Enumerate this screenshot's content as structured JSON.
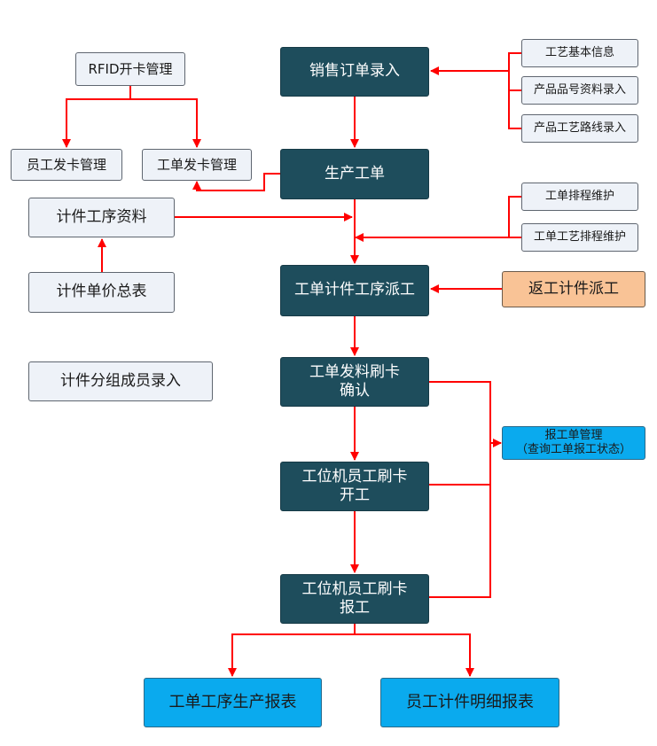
{
  "colors": {
    "flow_box": "#1e4d5c",
    "aux_box": "#eef2f8",
    "rework_box": "#f9c396",
    "report_box": "#0aaaee",
    "arrow": "#ff0000"
  },
  "nodes": {
    "sales_order": "销售订单录入",
    "production_order": "生产工单",
    "dispatch": "工单计件工序派工",
    "material_confirm": "工单发料刷卡\n确认",
    "station_start": "工位机员工刷卡\n开工",
    "station_report": "工位机员工刷卡\n报工",
    "process_report": "工单工序生产报表",
    "employee_report": "员工计件明细报表",
    "rfid": "RFID开卡管理",
    "employee_card": "员工发卡管理",
    "order_card": "工单发卡管理",
    "piece_process": "计件工序资料",
    "piece_price": "计件单价总表",
    "piece_group": "计件分组成员录入",
    "process_basic": "工艺基本信息",
    "product_sku": "产品品号资料录入",
    "product_route": "产品工艺路线录入",
    "schedule_maint": "工单排程维护",
    "process_schedule": "工单工艺排程维护",
    "rework": "返工计件派工",
    "report_mgmt": "报工单管理\n（查询工单报工状态）"
  }
}
